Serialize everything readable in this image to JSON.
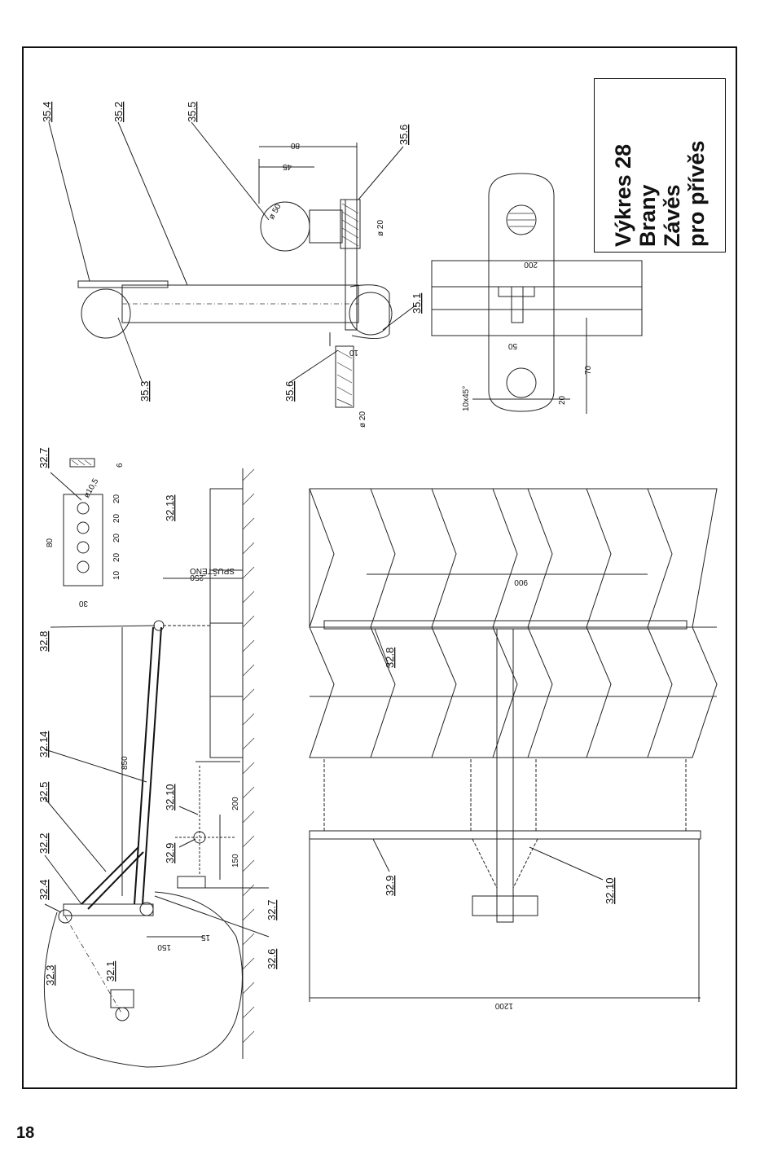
{
  "title_block": {
    "line1": "Výkres 28",
    "line2": "Brany",
    "line3": "Závěs",
    "line4": "pro přívěs"
  },
  "page_number": "18",
  "part_labels": {
    "p35_4": "35.4",
    "p35_2": "35.2",
    "p35_5": "35.5",
    "p35_6a": "35.6",
    "p35_3": "35.3",
    "p35_6b": "35.6",
    "p35_1": "35.1",
    "p32_7a": "32.7",
    "p32_13": "32.13",
    "p32_8a": "32.8",
    "p32_14": "32.14",
    "p32_5": "32.5",
    "p32_2": "32.2",
    "p32_4": "32.4",
    "p32_3": "32.3",
    "p32_1": "32.1",
    "p32_10a": "32.10",
    "p32_9a": "32.9",
    "p32_7b": "32.7",
    "p32_6": "32.6",
    "p32_8b": "32.8",
    "p32_9b": "32.9",
    "p32_10b": "32.10"
  },
  "dimensions": {
    "d80_top": "80",
    "d45": "45",
    "d50": "ø 50",
    "d20a": "ø 20",
    "d200_plate": "200",
    "d50_plate": "50",
    "d10": "10",
    "d20b": "ø 20",
    "d10x45": "10x45°",
    "d20c": "20",
    "d70": "70",
    "d80_plate": "80",
    "d10_5": "ø10,5",
    "d6": "6",
    "d30": "30",
    "d10s": "10",
    "d20s1": "20",
    "d20s2": "20",
    "d20s3": "20",
    "d20s4": "20",
    "d250": "250",
    "spusteno": "SPUŠTĚNO",
    "d850": "850",
    "d200_chain": "200",
    "d150a": "150",
    "d150b": "150",
    "d15": "15",
    "d900": "900",
    "d1200": "1200"
  }
}
